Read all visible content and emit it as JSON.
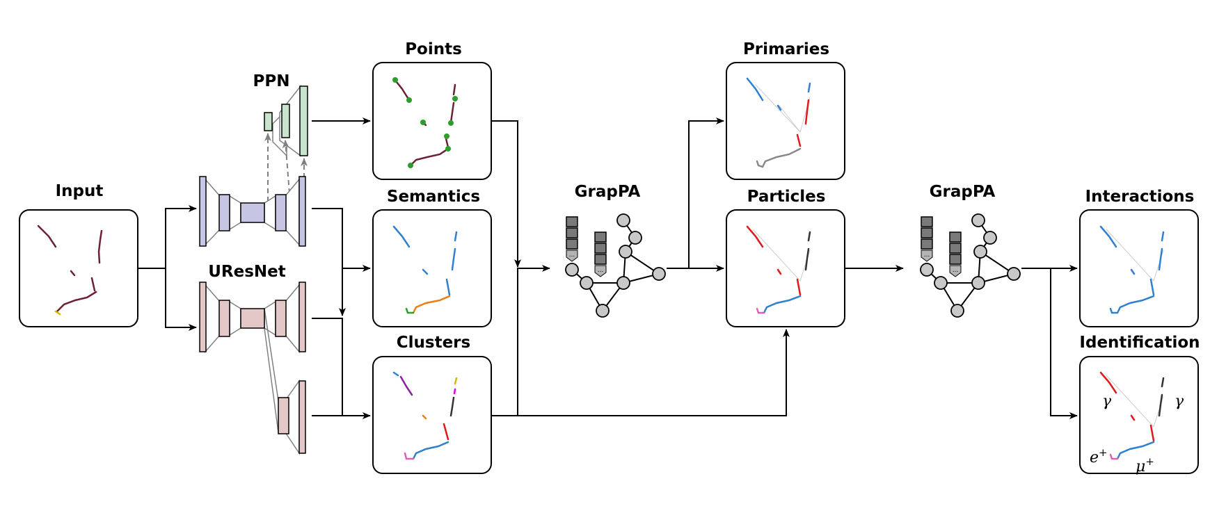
{
  "input": {
    "title": "Input"
  },
  "networks": {
    "ppn": {
      "label": "PPN",
      "color": "#c9e4cc"
    },
    "uresnet": {
      "label": "UResNet",
      "color_encoder": "#c6c6e4",
      "color_decoder": "#e4c7c7"
    }
  },
  "outputs": {
    "points": {
      "title": "Points"
    },
    "semantics": {
      "title": "Semantics"
    },
    "clusters": {
      "title": "Clusters"
    },
    "primaries": {
      "title": "Primaries"
    },
    "particles": {
      "title": "Particles"
    },
    "interactions": {
      "title": "Interactions"
    },
    "identification": {
      "title": "Identification"
    }
  },
  "grappa": {
    "label_1": "GrapPA",
    "label_2": "GrapPA",
    "cell_ellipsis": "..."
  },
  "particle_labels": {
    "gamma_left": "γ",
    "gamma_right": "γ",
    "positron": "e",
    "positron_sup": "+",
    "muon": "μ",
    "muon_sup": "+"
  },
  "colors": {
    "input_track": "#6b2033",
    "track_red": "#e01a1a",
    "track_blue": "#2f80d0",
    "track_orange": "#f07d12",
    "track_green": "#2aa02a",
    "track_pink": "#e05fb4",
    "track_purple": "#8e1fa2",
    "track_dark": "#333333",
    "track_grey": "#888888",
    "track_magenta": "#e000e0",
    "track_yellow": "#d6b400"
  }
}
